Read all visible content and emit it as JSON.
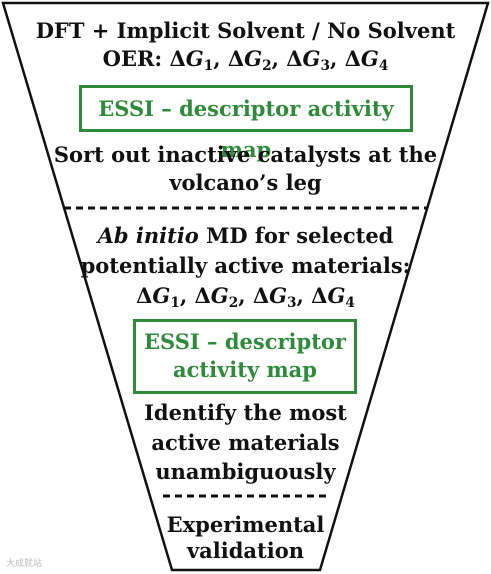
{
  "stage1": {
    "line1": "DFT + Implicit Solvent / No Solvent",
    "oer_prefix": "OER: ",
    "delta_symbol": "Δ",
    "g_letter": "G",
    "subscripts": [
      "1",
      "2",
      "3",
      "4"
    ],
    "box_label": "ESSI – descriptor activity map",
    "sort_line1": "Sort out inactive catalysts at the",
    "sort_line2": "volcano’s leg"
  },
  "stage2": {
    "italic_part": "Ab initio",
    "md_rest": " MD for selected",
    "line2": "potentially active materials:",
    "box_line1": "ESSI – descriptor",
    "box_line2": "activity map",
    "identify_line1": "Identify the most",
    "identify_line2": "active materials",
    "identify_line3": "unambiguously"
  },
  "stage3": {
    "line1": "Experimental",
    "line2": "validation"
  },
  "watermark": "大成就站",
  "colors": {
    "box_border": "#2e8b3a",
    "text": "#111111",
    "funnel": "#111111"
  }
}
